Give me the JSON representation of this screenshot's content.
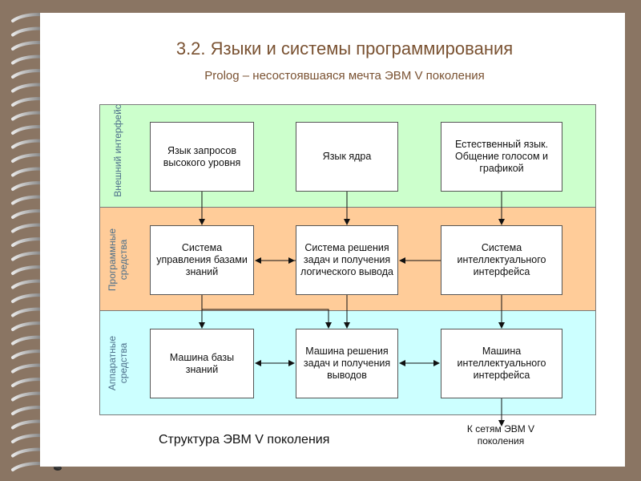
{
  "title": "3.2. Языки и системы программирования",
  "subtitle": "Prolog – несостоявшаяся мечта ЭВМ V поколения",
  "bands": {
    "external": "Внешний интерфейс",
    "software": "Программные средства",
    "hardware": "Аппаратные средства"
  },
  "boxes": {
    "query_lang": "Язык запросов высокого уровня",
    "core_lang": "Язык ядра",
    "natural_lang": "Естественный язык. Общение голосом и графикой",
    "kb_mgmt": "Система управления базами знаний",
    "solver": "Система решения задач и получения логического вывода",
    "intel_iface_sys": "Система интеллектуального интерфейса",
    "kb_machine": "Машина базы знаний",
    "solver_machine": "Машина решения задач и получения выводов",
    "intel_iface_machine": "Машина интеллектуального интерфейса"
  },
  "caption": "Структура ЭВМ V поколения",
  "network_label": "К сетям ЭВМ V поколения",
  "colors": {
    "external_band": "#ccffcc",
    "software_band": "#ffcc99",
    "hardware_band": "#ccffff",
    "title": "#7a5232"
  }
}
